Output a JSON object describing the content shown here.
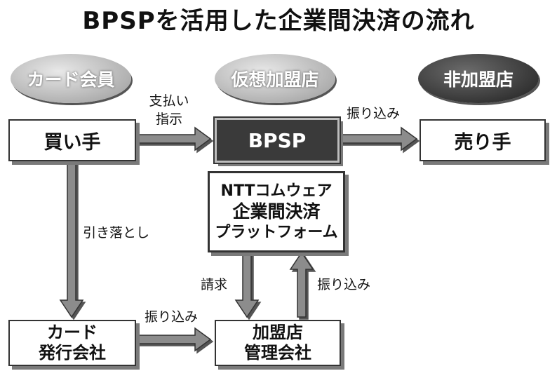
{
  "title": "BPSPを活用した企業間決済の流れ",
  "ovals": {
    "card_member": "カード会員",
    "virtual_merchant": "仮想加盟店",
    "non_merchant": "非加盟店"
  },
  "boxes": {
    "buyer": "買い手",
    "bpsp": "BPSP",
    "seller": "売り手",
    "platform_line1": "NTTコムウェア",
    "platform_line2": "企業間決済",
    "platform_line3": "プラットフォーム",
    "issuer_line1": "カード",
    "issuer_line2": "発行会社",
    "acquirer_line1": "加盟店",
    "acquirer_line2": "管理会社"
  },
  "labels": {
    "payment_instruction_line1": "支払い",
    "payment_instruction_line2": "指示",
    "transfer_top": "振り込み",
    "debit": "引き落とし",
    "transfer_bottom": "振り込み",
    "billing": "請求",
    "transfer_up": "振り込み"
  },
  "colors": {
    "arrow": "#8c8c8c",
    "arrow_edge": "#333333",
    "dark_box": "#3a3a3a"
  }
}
